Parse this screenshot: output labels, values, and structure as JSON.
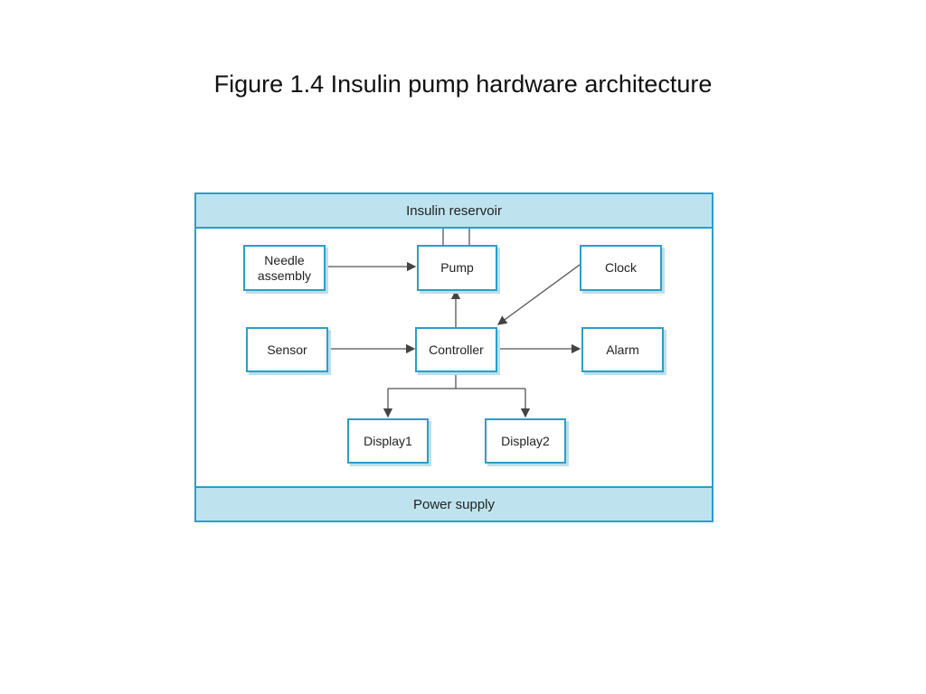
{
  "slide": {
    "title": "Figure 1.4 Insulin pump hardware architecture"
  },
  "diagram": {
    "reservoir_label": "Insulin reservoir",
    "power_label": "Power supply",
    "nodes": {
      "needle": "Needle\nassembly",
      "pump": "Pump",
      "clock": "Clock",
      "sensor": "Sensor",
      "controller": "Controller",
      "alarm": "Alarm",
      "display1": "Display1",
      "display2": "Display2"
    }
  },
  "colors": {
    "border": "#2a9ec9",
    "band_fill": "#bee3ef",
    "connector": "#555555"
  }
}
